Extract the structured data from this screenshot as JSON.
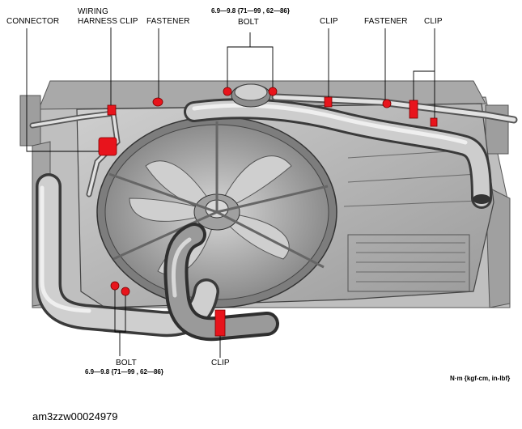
{
  "labels": {
    "connector": "CONNECTOR",
    "wiring_harness_clip_line1": "WIRING",
    "wiring_harness_clip_line2": "HARNESS CLIP",
    "fastener_left": "FASTENER",
    "bolt_top": "BOLT",
    "torque_top": "6.9—9.8 {71—99 , 62—86}",
    "clip_top_center": "CLIP",
    "fastener_right": "FASTENER",
    "clip_top_right": "CLIP",
    "bolt_bottom": "BOLT",
    "torque_bottom": "6.9—9.8 {71—99 , 62—86}",
    "clip_bottom": "CLIP",
    "units": "N·m {kgf-cm, in-lbf}",
    "figure_id": "am3zzw00024979"
  },
  "colors": {
    "highlight": "#e8141c",
    "leader": "#000000",
    "metal_light": "#d9d9d9",
    "metal_mid": "#a6a6a6",
    "metal_dark": "#5c5c5c"
  }
}
